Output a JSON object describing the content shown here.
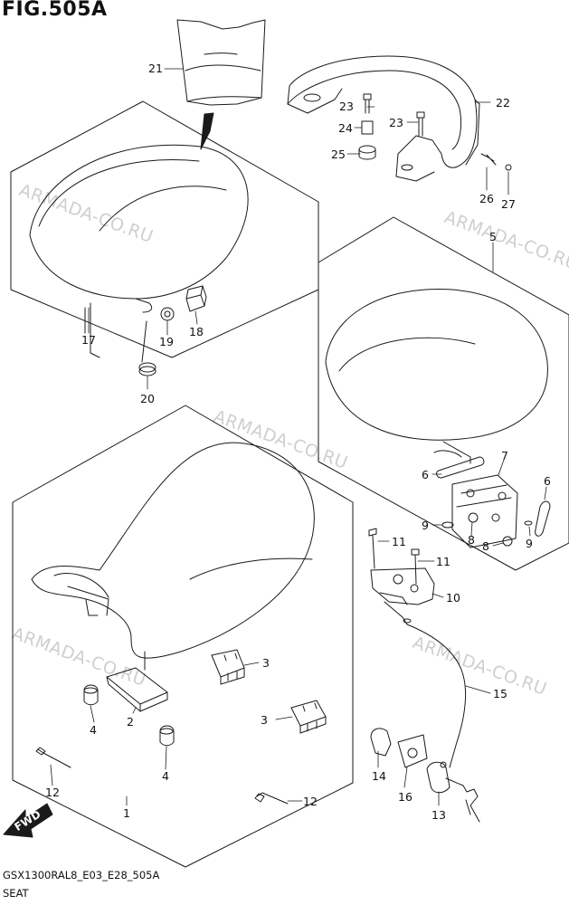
{
  "figure": {
    "title": "FIG.505A"
  },
  "footer": {
    "code": "GSX1300RAL8_E03_E28_505A",
    "name": "SEAT"
  },
  "watermark": "ARMADA-CO.RU",
  "direction_badge": "FWD",
  "callouts": {
    "c1": "1",
    "c2": "2",
    "c3a": "3",
    "c3b": "3",
    "c4a": "4",
    "c4b": "4",
    "c5": "5",
    "c6a": "6",
    "c6b": "6",
    "c7": "7",
    "c8a": "8",
    "c8b": "8",
    "c9a": "9",
    "c9b": "9",
    "c10": "10",
    "c11a": "11",
    "c11b": "11",
    "c12a": "12",
    "c12b": "12",
    "c13": "13",
    "c14": "14",
    "c15": "15",
    "c16": "16",
    "c17": "17",
    "c18": "18",
    "c19": "19",
    "c20": "20",
    "c21": "21",
    "c22": "22",
    "c23a": "23",
    "c23b": "23",
    "c24": "24",
    "c25": "25",
    "c26": "26",
    "c27": "27"
  },
  "colors": {
    "line": "#1a1a1a",
    "watermark": "#cfcfcf",
    "background": "#ffffff"
  }
}
